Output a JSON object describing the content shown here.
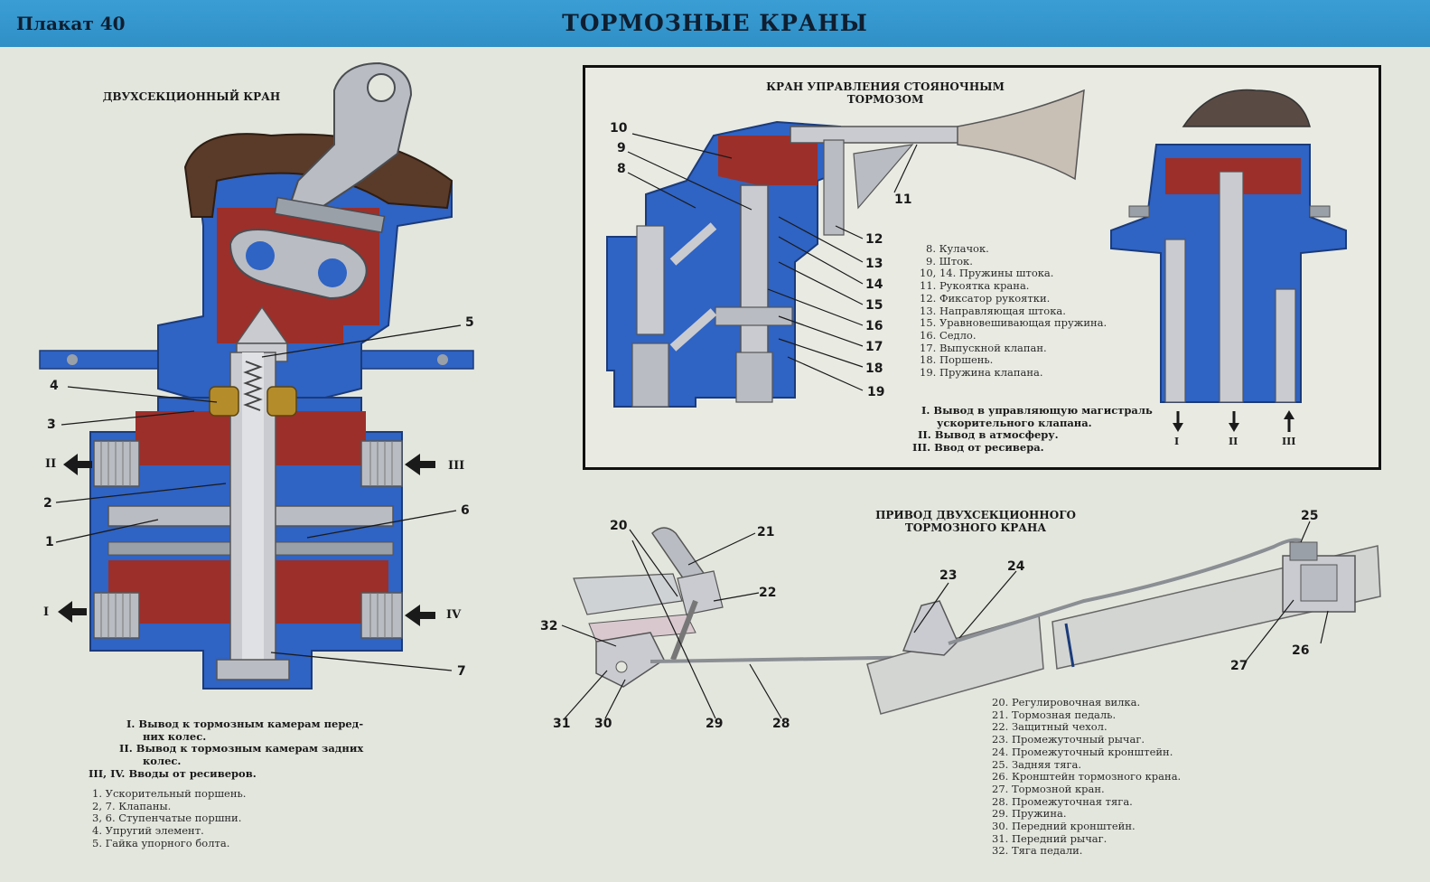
{
  "header": {
    "plakat": "Плакат 40",
    "title": "ТОРМОЗНЫЕ КРАНЫ"
  },
  "colors": {
    "header_blue": "#3a9ed4",
    "body_blue": "#2f63c4",
    "interior_red": "#9c2f2a",
    "metal": "#b9bcc2"
  },
  "left_section": {
    "title": "ДВУХСЕКЦИОННЫЙ КРАН",
    "callouts": [
      "1",
      "2",
      "3",
      "4",
      "5",
      "6",
      "7"
    ],
    "port_labels": {
      "II": "II",
      "III": "III",
      "I": "I",
      "IV": "IV"
    },
    "bold_legend": [
      "I. Вывод к тормозным камерам перед-",
      "них колес.",
      "II. Вывод к тормозным камерам задних",
      "колес.",
      "III, IV. Вводы от ресиверов."
    ],
    "legend": [
      "1. Ускорительный поршень.",
      "2, 7. Клапаны.",
      "3, 6. Ступенчатые поршни.",
      "4. Упругий элемент.",
      "5. Гайка упорного болта."
    ]
  },
  "inset": {
    "title_line1": "КРАН   УПРАВЛЕНИЯ   СТОЯНОЧНЫМ",
    "title_line2": "ТОРМОЗОМ",
    "callouts": [
      "10",
      "9",
      "8",
      "11",
      "12",
      "13",
      "14",
      "15",
      "16",
      "17",
      "18",
      "19"
    ],
    "legend": [
      "8. Кулачок.",
      "9. Шток.",
      "10, 14. Пружины штока.",
      "11. Рукоятка крана.",
      "12. Фиксатор рукоятки.",
      "13. Направляющая штока.",
      "15. Уравновешивающая пружина.",
      "16. Седло.",
      "17. Выпускной клапан.",
      "18. Поршень.",
      "19. Пружина клапана."
    ],
    "bold_legend": [
      "I. Вывод в управляющую магистраль",
      "ускорительного клапана.",
      "II. Вывод в атмосферу.",
      "III. Ввод от ресивера."
    ],
    "arrow_labels": [
      "I",
      "II",
      "III"
    ]
  },
  "drive": {
    "title_line1": "ПРИВОД ДВУХСЕКЦИОННОГО",
    "title_line2": "ТОРМОЗНОГО КРАНА",
    "callouts": [
      "20",
      "21",
      "22",
      "32",
      "31",
      "30",
      "29",
      "28",
      "23",
      "24",
      "25",
      "26",
      "27"
    ],
    "legend": [
      "20. Регулировочная вилка.",
      "21. Тормозная педаль.",
      "22. Защитный чехол.",
      "23. Промежуточный рычаг.",
      "24. Промежуточный кронштейн.",
      "25. Задняя тяга.",
      "26. Кронштейн тормозного крана.",
      "27. Тормозной кран.",
      "28. Промежуточная тяга.",
      "29. Пружина.",
      "30. Передний кронштейн.",
      "31. Передний рычаг.",
      "32. Тяга педали."
    ]
  }
}
